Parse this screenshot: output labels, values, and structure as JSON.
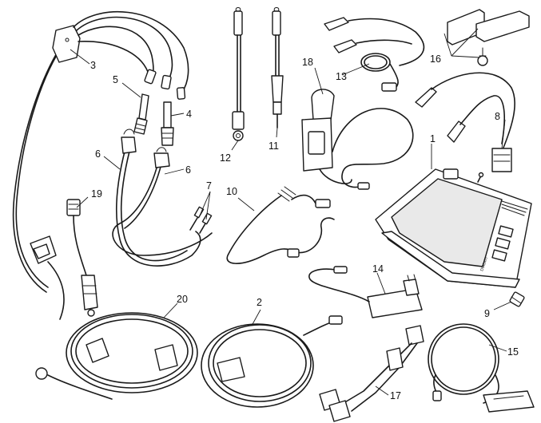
{
  "labels": {
    "l1": "1",
    "l2": "2",
    "l3": "3",
    "l4": "4",
    "l5": "5",
    "l6a": "6",
    "l6b": "6",
    "l7": "7",
    "l8": "8",
    "l9": "9",
    "l10": "10",
    "l11": "11",
    "l12": "12",
    "l13": "13",
    "l14": "14",
    "l15": "15",
    "l16": "16",
    "l17": "17",
    "l18": "18",
    "l19": "19",
    "l20": "20"
  },
  "device": {
    "brand": "DUCATI"
  },
  "colors": {
    "line": "#1a1a1a",
    "screen": "#e9e9e9"
  }
}
